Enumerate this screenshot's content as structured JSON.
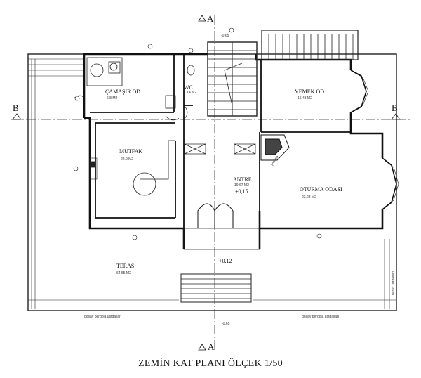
{
  "title": "ZEMİN KAT PLANI ÖLÇEK 1/50",
  "section_marks": {
    "a_top": "A",
    "a_bottom": "A",
    "b_left": "B",
    "b_right": "B"
  },
  "rooms": {
    "camasir": {
      "name": "ÇAMAŞIR OD.",
      "area": "6.8 M2"
    },
    "wc": {
      "name": "WC",
      "area": "1.14 M2"
    },
    "yemek": {
      "name": "YEMEK OD.",
      "area": "16.43 M2"
    },
    "mutfak": {
      "name": "MUTFAK",
      "area": "22.0 M2"
    },
    "antre": {
      "name": "ANTRE",
      "area": "19.67 M2",
      "level": "+0,15"
    },
    "oturma": {
      "name": "OTURMA ODASI",
      "area": "23.28 M2"
    },
    "teras": {
      "name": "TERAS",
      "area": "64.55 M2",
      "level": "+0.12"
    }
  },
  "levels": {
    "top": "-0,65",
    "bottom": "-0.65",
    "fireplace": "şömine"
  },
  "notes": {
    "left": "dosay pergola üstdalları",
    "right": "dosay pergola üstdalları",
    "side": "baraz üstdalları"
  }
}
